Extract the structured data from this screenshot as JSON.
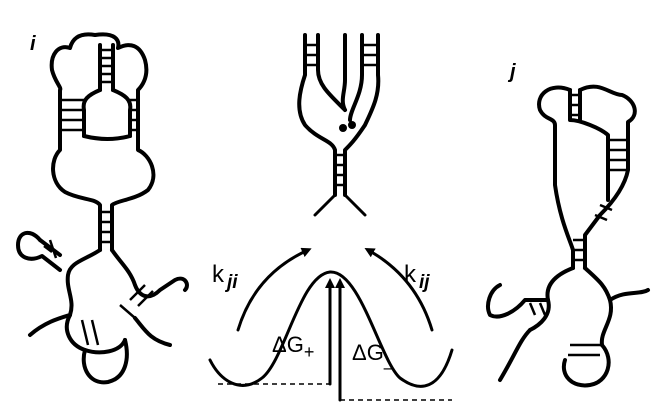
{
  "labels": {
    "state_i": "i",
    "state_j": "j",
    "rate_ji": "k",
    "rate_ji_sub": "ji",
    "rate_ij": "k",
    "rate_ij_sub": "ij",
    "dG_plus": "ΔG",
    "dG_plus_sub": "+",
    "dG_minus": "ΔG",
    "dG_minus_sub": "_"
  }
}
